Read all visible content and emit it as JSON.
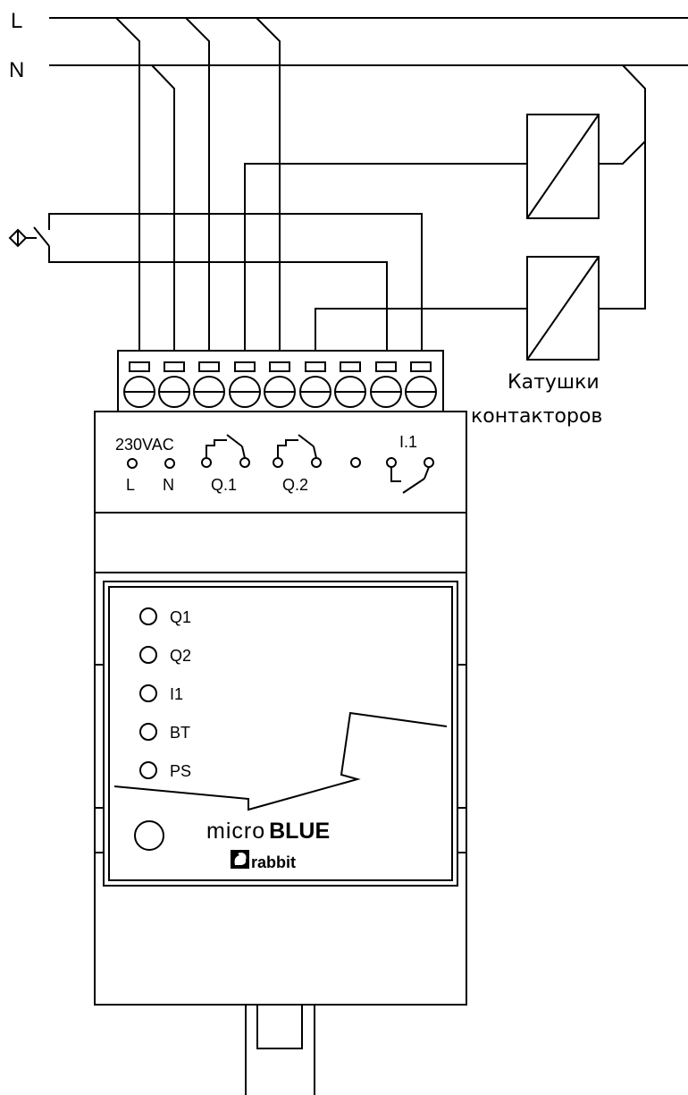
{
  "lines": {
    "phase": "L",
    "neutral": "N"
  },
  "coils": {
    "caption_line1": "Катушки",
    "caption_line2": "контакторов"
  },
  "terminal_labels": {
    "voltage": "230VAC",
    "l": "L",
    "n": "N",
    "q1": "Q.1",
    "q2": "Q.2",
    "i1": "I.1"
  },
  "indicators": [
    "Q1",
    "Q2",
    "I1",
    "BT",
    "PS"
  ],
  "brand": {
    "product_light": "micro",
    "product_bold": "BLUE",
    "company": "rabbit"
  }
}
